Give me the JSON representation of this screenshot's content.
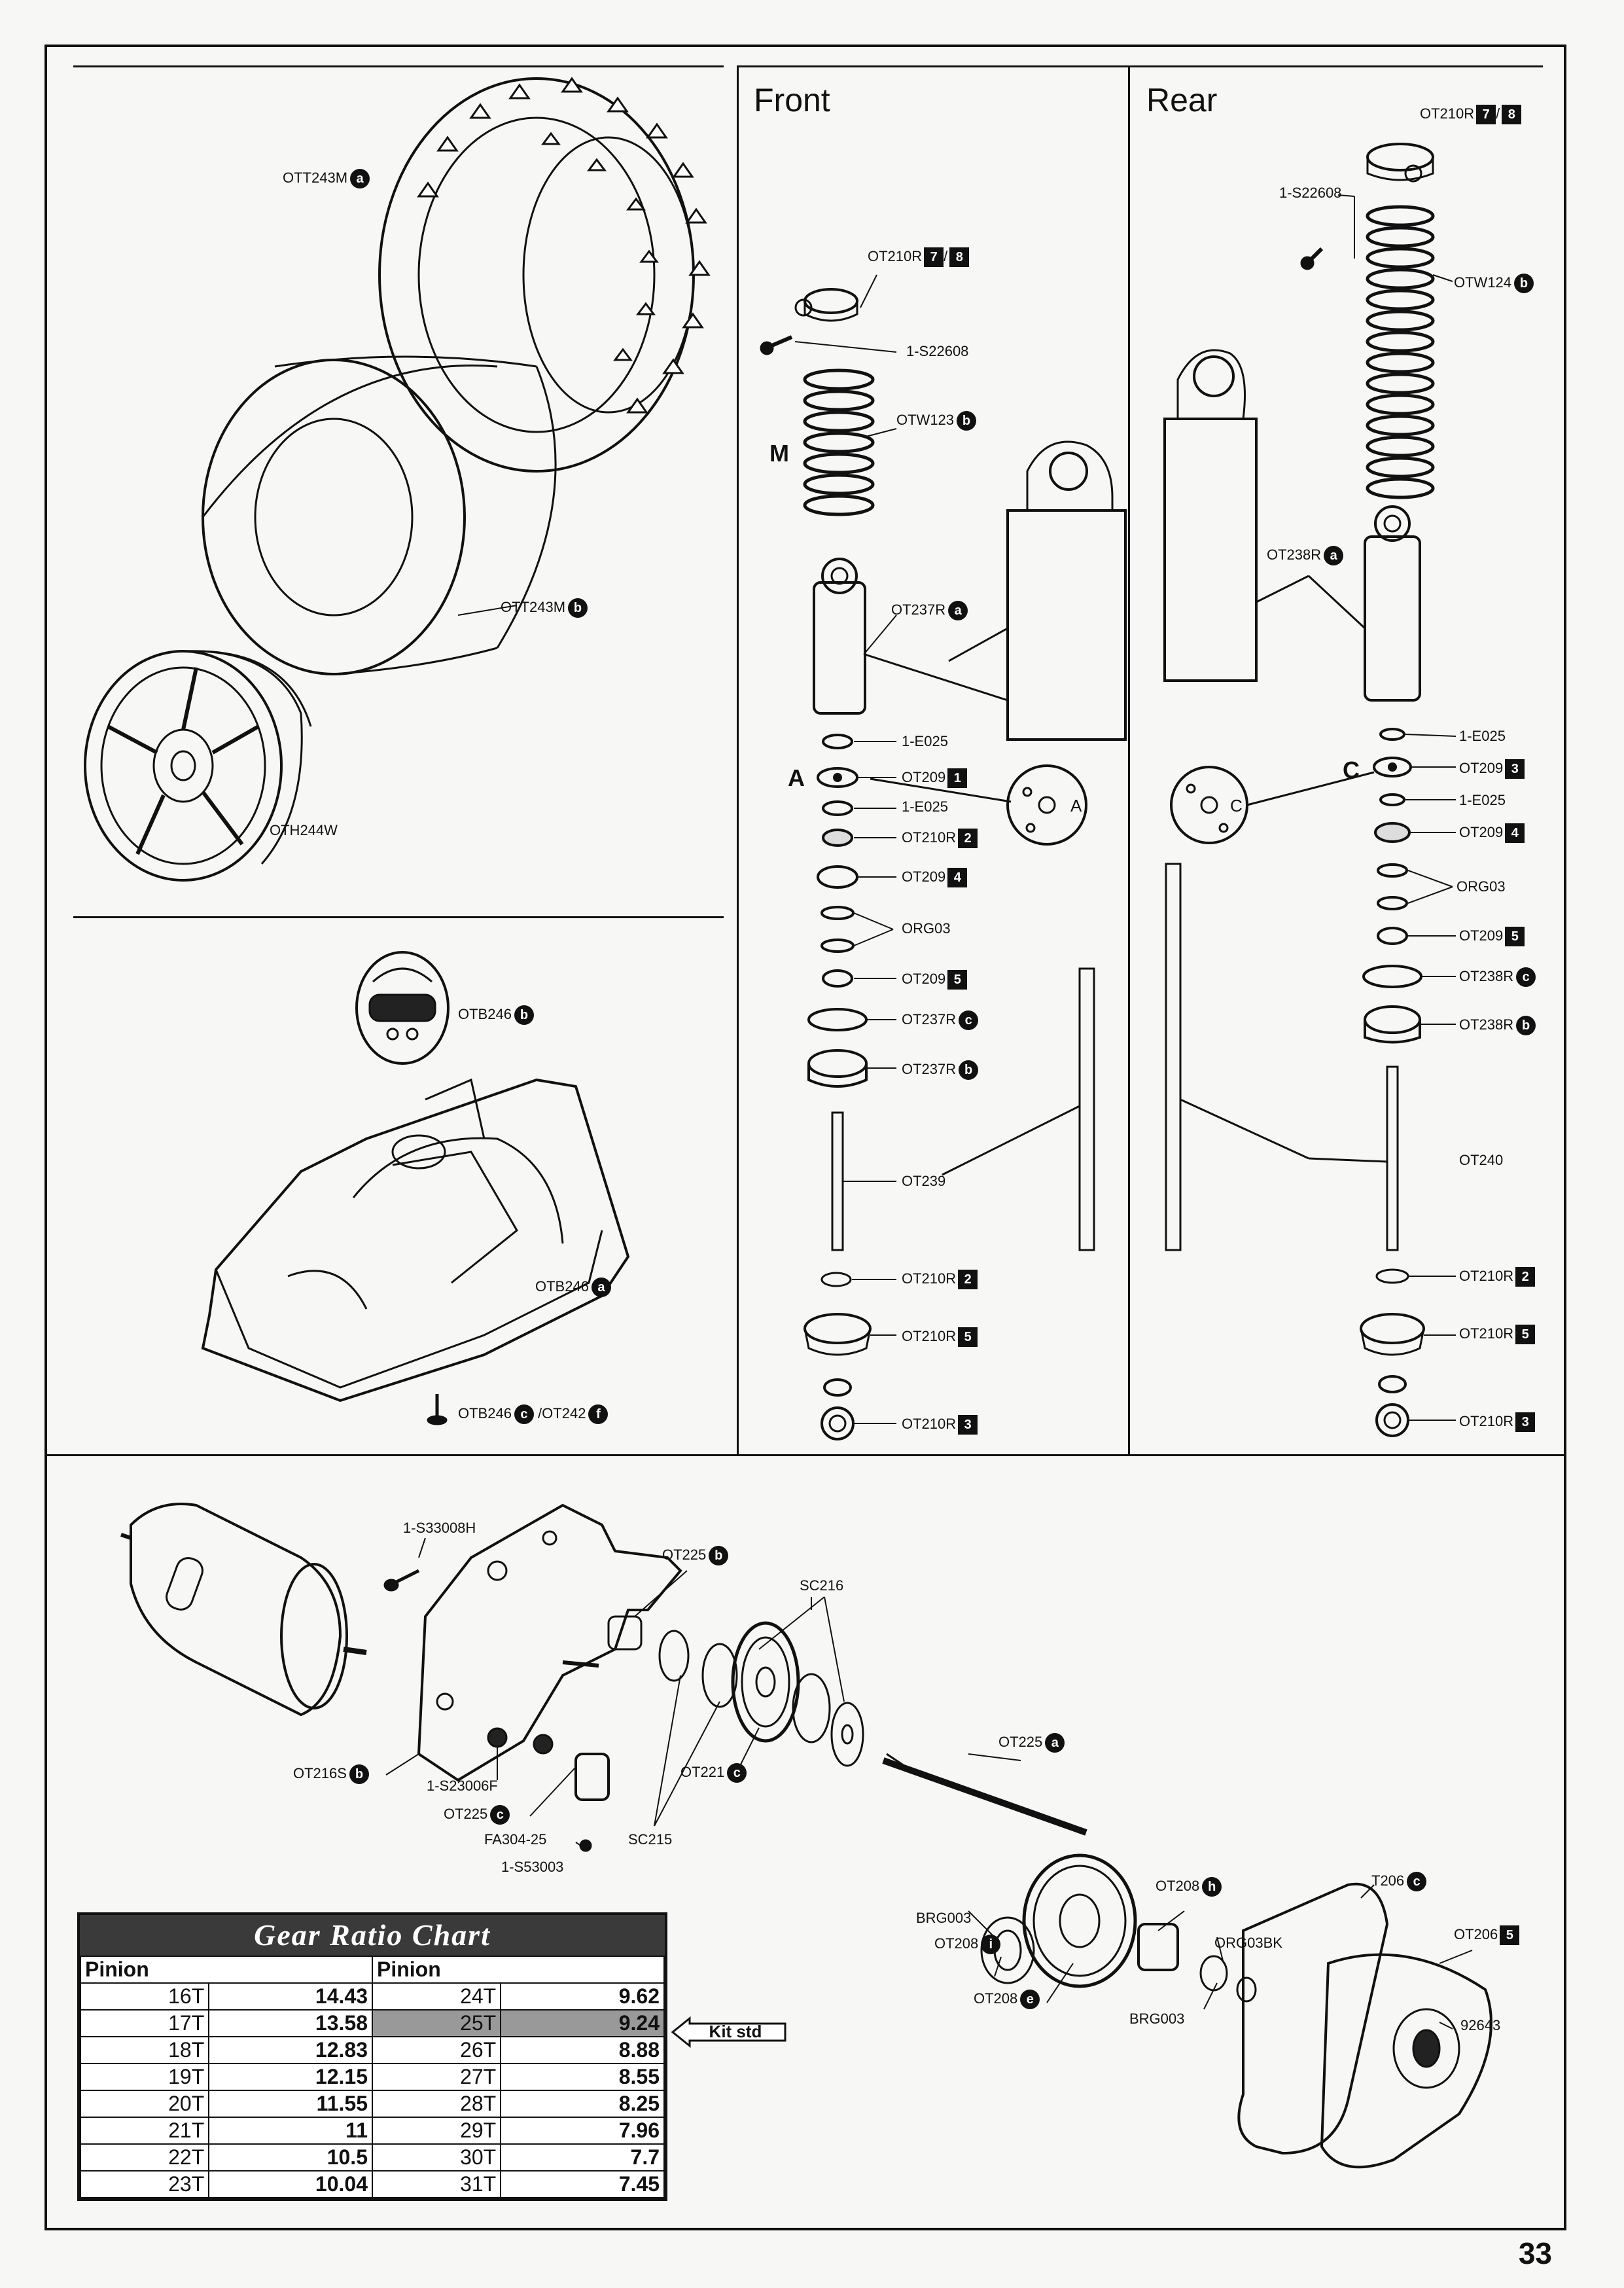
{
  "page": {
    "number": "33"
  },
  "sections": {
    "front": "Front",
    "rear": "Rear"
  },
  "tire": {
    "ott243m_a": {
      "code": "OTT243M",
      "mark": "a"
    },
    "ott243m_b": {
      "code": "OTT243M",
      "mark": "b"
    },
    "oth244w": {
      "code": "OTH244W"
    }
  },
  "body": {
    "otb246_b": {
      "code": "OTB246",
      "mark": "b"
    },
    "otb246_a": {
      "code": "OTB246",
      "mark": "a"
    },
    "otb246_c": {
      "code": "OTB246",
      "mark": "c",
      "alt_code": "/OT242",
      "alt_mark": "f"
    }
  },
  "front": {
    "ot210r_78": {
      "code": "OT210R",
      "marks": [
        "7",
        "8"
      ]
    },
    "screw": {
      "code": "1-S22608"
    },
    "spring": {
      "code": "OTW123",
      "mark": "b",
      "letter": "M"
    },
    "shock": {
      "code": "OT237R",
      "mark": "a"
    },
    "e025_1": {
      "code": "1-E025"
    },
    "ot209_1": {
      "code": "OT209",
      "mark": "1",
      "letter": "A"
    },
    "e025_2": {
      "code": "1-E025"
    },
    "ot210r_2": {
      "code": "OT210R",
      "mark": "2"
    },
    "ot209_4": {
      "code": "OT209",
      "mark": "4"
    },
    "org03": {
      "code": "ORG03"
    },
    "ot209_5": {
      "code": "OT209",
      "mark": "5"
    },
    "ot237r_c": {
      "code": "OT237R",
      "mark": "c"
    },
    "ot237r_b": {
      "code": "OT237R",
      "mark": "b"
    },
    "ot239": {
      "code": "OT239"
    },
    "ot210r_2b": {
      "code": "OT210R",
      "mark": "2"
    },
    "ot210r_5": {
      "code": "OT210R",
      "mark": "5"
    },
    "ot210r_3": {
      "code": "OT210R",
      "mark": "3"
    }
  },
  "rear": {
    "ot210r_78": {
      "code": "OT210R",
      "marks": [
        "7",
        "8"
      ]
    },
    "screw": {
      "code": "1-S22608"
    },
    "spring": {
      "code": "OTW124",
      "mark": "b"
    },
    "shock": {
      "code": "OT238R",
      "mark": "a"
    },
    "e025_1": {
      "code": "1-E025"
    },
    "ot209_3": {
      "code": "OT209",
      "mark": "3",
      "letter": "C"
    },
    "e025_2": {
      "code": "1-E025"
    },
    "ot209_4": {
      "code": "OT209",
      "mark": "4"
    },
    "org03": {
      "code": "ORG03"
    },
    "ot209_5": {
      "code": "OT209",
      "mark": "5"
    },
    "ot238r_c": {
      "code": "OT238R",
      "mark": "c"
    },
    "ot238r_b": {
      "code": "OT238R",
      "mark": "b"
    },
    "ot240": {
      "code": "OT240"
    },
    "ot210r_2": {
      "code": "OT210R",
      "mark": "2"
    },
    "ot210r_5": {
      "code": "OT210R",
      "mark": "5"
    },
    "ot210r_3": {
      "code": "OT210R",
      "mark": "3"
    }
  },
  "piston_letters": {
    "a": "A",
    "c": "C"
  },
  "drivetrain": {
    "s33008h": {
      "code": "1-S33008H"
    },
    "ot225_b": {
      "code": "OT225",
      "mark": "b"
    },
    "sc216": {
      "code": "SC216"
    },
    "ot216s_b": {
      "code": "OT216S",
      "mark": "b"
    },
    "s23006f": {
      "code": "1-S23006F"
    },
    "ot225_c": {
      "code": "OT225",
      "mark": "c"
    },
    "fa304": {
      "code": "FA304-25"
    },
    "s53003": {
      "code": "1-S53003"
    },
    "sc215": {
      "code": "SC215"
    },
    "ot221_c": {
      "code": "OT221",
      "mark": "c"
    },
    "ot225_a": {
      "code": "OT225",
      "mark": "a"
    },
    "brg003_1": {
      "code": "BRG003"
    },
    "ot208_i": {
      "code": "OT208",
      "mark": "i"
    },
    "ot208_e": {
      "code": "OT208",
      "mark": "e"
    },
    "ot208_h": {
      "code": "OT208",
      "mark": "h"
    },
    "org03bk": {
      "code": "ORG03BK"
    },
    "brg003_2": {
      "code": "BRG003"
    },
    "t206_c": {
      "code": "T206",
      "mark": "c"
    },
    "ot206_5": {
      "code": "OT206",
      "mark": "5"
    },
    "n92643": {
      "code": "92643"
    }
  },
  "gear_chart": {
    "title": "Gear Ratio Chart",
    "col_header": "Pinion",
    "kit_std": "Kit std",
    "rows": [
      {
        "p1": "16T",
        "r1": "14.43",
        "p2": "24T",
        "r2": "9.62"
      },
      {
        "p1": "17T",
        "r1": "13.58",
        "p2": "25T",
        "r2": "9.24"
      },
      {
        "p1": "18T",
        "r1": "12.83",
        "p2": "26T",
        "r2": "8.88"
      },
      {
        "p1": "19T",
        "r1": "12.15",
        "p2": "27T",
        "r2": "8.55"
      },
      {
        "p1": "20T",
        "r1": "11.55",
        "p2": "28T",
        "r2": "8.25"
      },
      {
        "p1": "21T",
        "r1": "11",
        "p2": "29T",
        "r2": "7.96"
      },
      {
        "p1": "22T",
        "r1": "10.5",
        "p2": "30T",
        "r2": "7.7"
      },
      {
        "p1": "23T",
        "r1": "10.04",
        "p2": "31T",
        "r2": "7.45"
      }
    ]
  }
}
